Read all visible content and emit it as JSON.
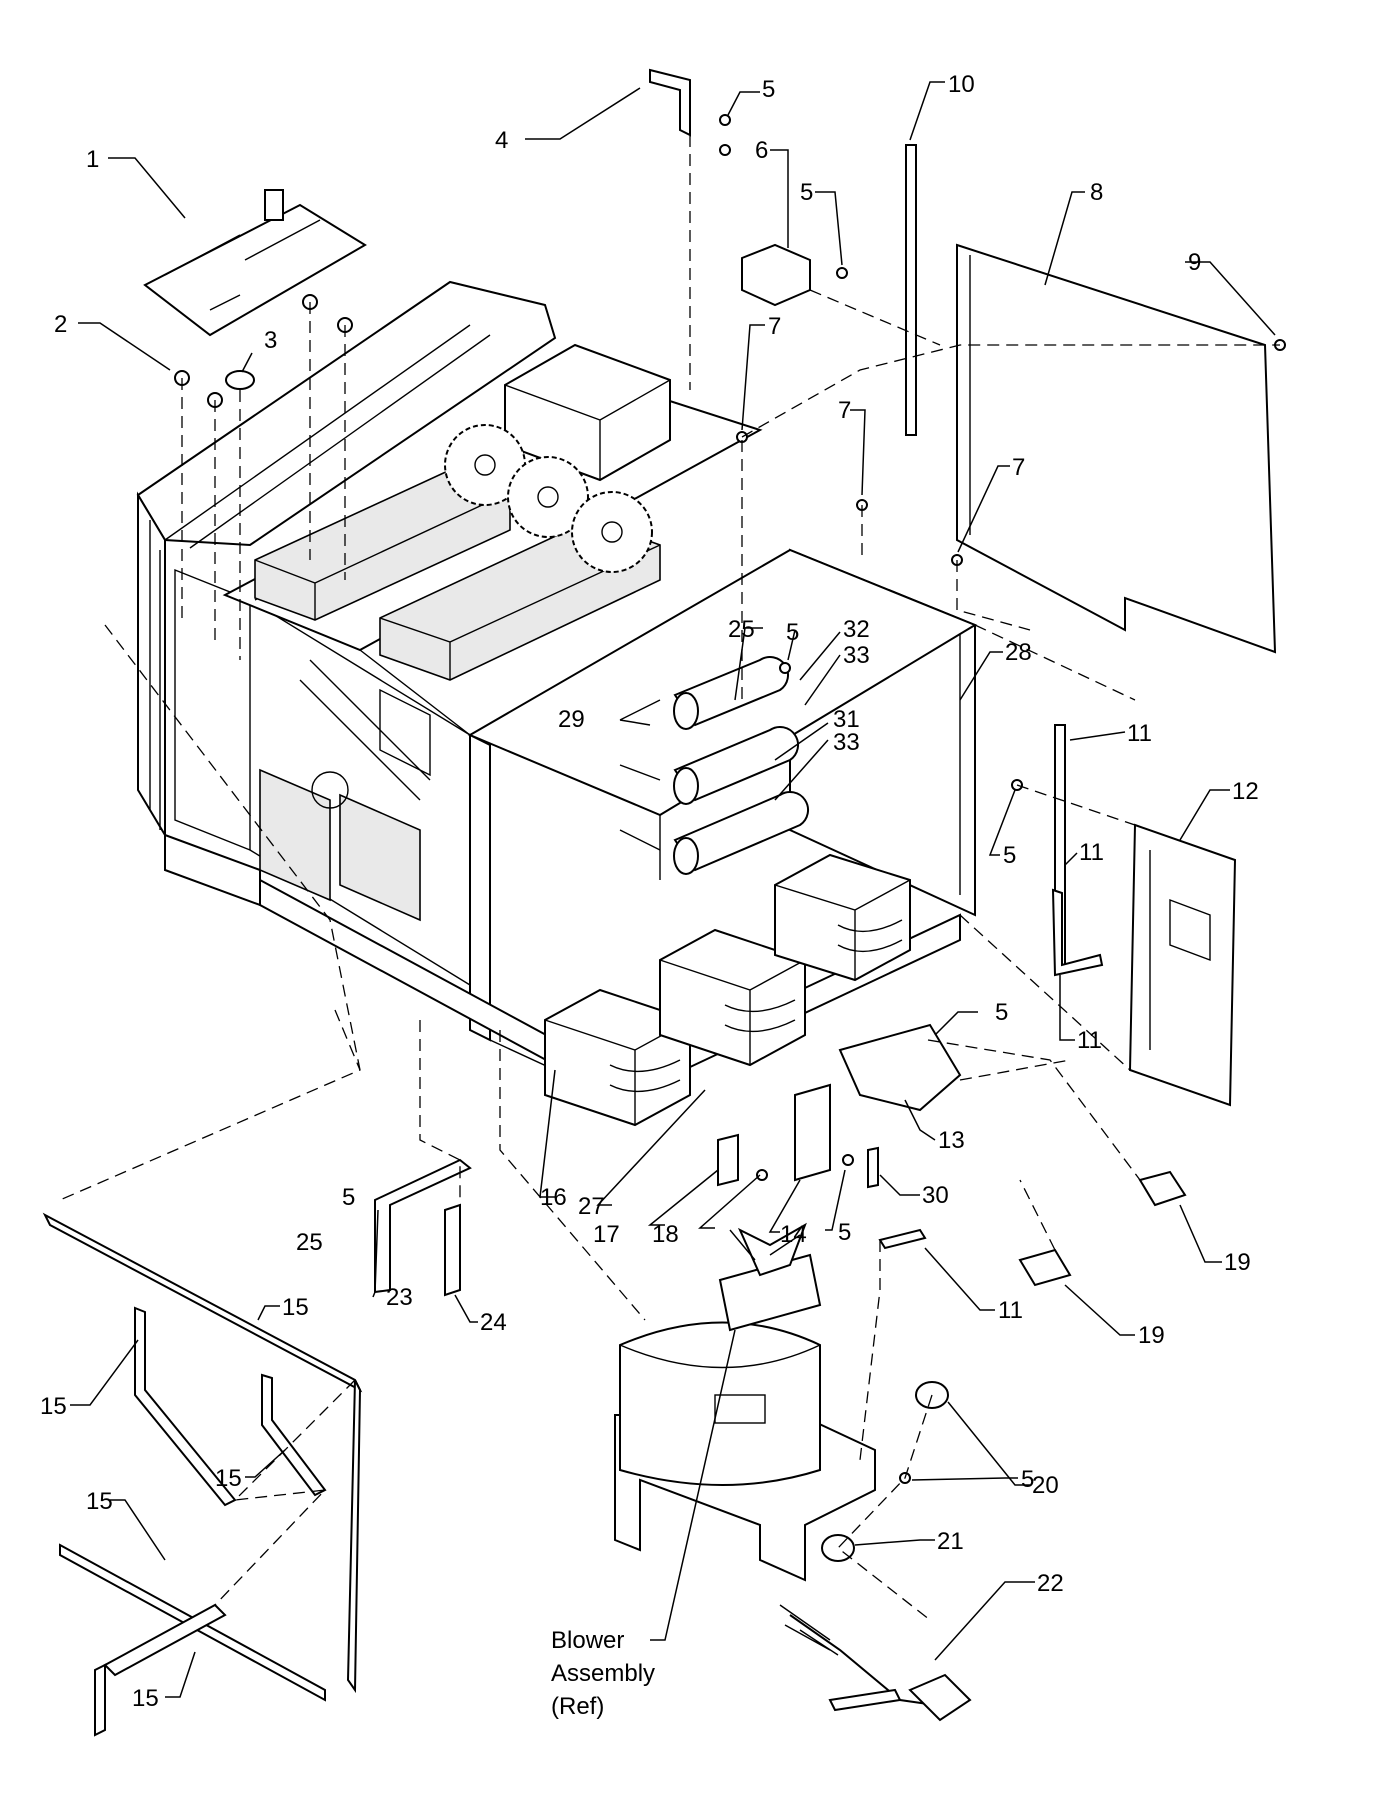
{
  "diagram": {
    "labels": [
      {
        "id": "1",
        "text": "1"
      },
      {
        "id": "2",
        "text": "2"
      },
      {
        "id": "3",
        "text": "3"
      },
      {
        "id": "4",
        "text": "4"
      },
      {
        "id": "5a",
        "text": "5"
      },
      {
        "id": "6",
        "text": "6"
      },
      {
        "id": "5b",
        "text": "5"
      },
      {
        "id": "10",
        "text": "10"
      },
      {
        "id": "8",
        "text": "8"
      },
      {
        "id": "9",
        "text": "9"
      },
      {
        "id": "7a",
        "text": "7"
      },
      {
        "id": "7b",
        "text": "7"
      },
      {
        "id": "7c",
        "text": "7"
      },
      {
        "id": "25a",
        "text": "25"
      },
      {
        "id": "5c",
        "text": "5"
      },
      {
        "id": "32",
        "text": "32"
      },
      {
        "id": "33a",
        "text": "33"
      },
      {
        "id": "28",
        "text": "28"
      },
      {
        "id": "29",
        "text": "29"
      },
      {
        "id": "31",
        "text": "31"
      },
      {
        "id": "33b",
        "text": "33"
      },
      {
        "id": "11a",
        "text": "11"
      },
      {
        "id": "12",
        "text": "12"
      },
      {
        "id": "5d",
        "text": "5"
      },
      {
        "id": "11b",
        "text": "11"
      },
      {
        "id": "11c",
        "text": "11"
      },
      {
        "id": "5e",
        "text": "5"
      },
      {
        "id": "13",
        "text": "13"
      },
      {
        "id": "16",
        "text": "16"
      },
      {
        "id": "27",
        "text": "27"
      },
      {
        "id": "17",
        "text": "17"
      },
      {
        "id": "18",
        "text": "18"
      },
      {
        "id": "14",
        "text": "14"
      },
      {
        "id": "5f",
        "text": "5"
      },
      {
        "id": "30",
        "text": "30"
      },
      {
        "id": "19a",
        "text": "19"
      },
      {
        "id": "19b",
        "text": "19"
      },
      {
        "id": "11d",
        "text": "11"
      },
      {
        "id": "5g",
        "text": "5"
      },
      {
        "id": "25b",
        "text": "25"
      },
      {
        "id": "23",
        "text": "23"
      },
      {
        "id": "24",
        "text": "24"
      },
      {
        "id": "15a",
        "text": "15"
      },
      {
        "id": "15b",
        "text": "15"
      },
      {
        "id": "15c",
        "text": "15"
      },
      {
        "id": "15d",
        "text": "15"
      },
      {
        "id": "15e",
        "text": "15"
      },
      {
        "id": "20",
        "text": "20"
      },
      {
        "id": "5h",
        "text": "5"
      },
      {
        "id": "21",
        "text": "21"
      },
      {
        "id": "22",
        "text": "22"
      }
    ],
    "caption": {
      "line1": "Blower",
      "line2": "Assembly",
      "line3": "(Ref)"
    }
  }
}
